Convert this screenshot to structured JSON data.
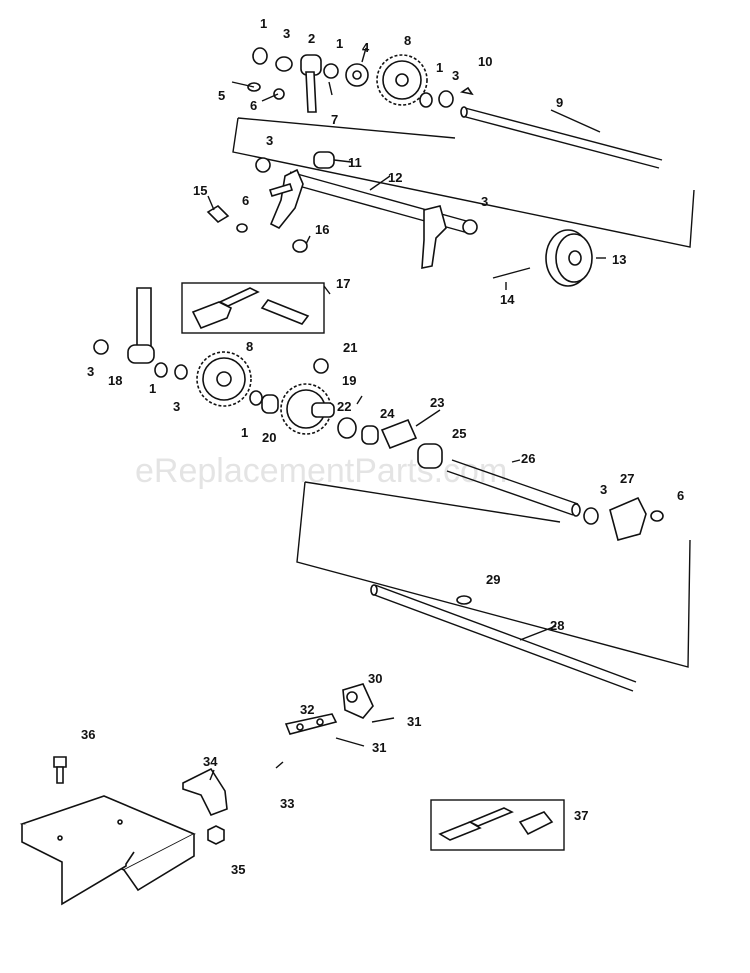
{
  "watermark": "eReplacementParts.com",
  "callouts": [
    "1",
    "2",
    "3",
    "4",
    "5",
    "6",
    "7",
    "8",
    "9",
    "10",
    "11",
    "12",
    "13",
    "14",
    "15",
    "16",
    "17",
    "18",
    "19",
    "20",
    "21",
    "22",
    "23",
    "24",
    "25",
    "26",
    "27",
    "28",
    "29",
    "30",
    "31",
    "32",
    "33",
    "34",
    "35",
    "36",
    "37"
  ]
}
